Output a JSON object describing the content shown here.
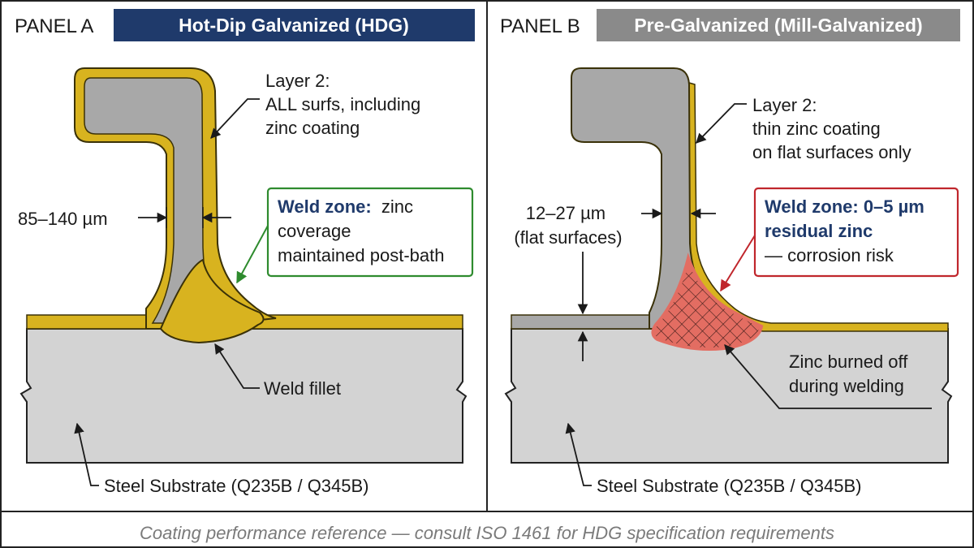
{
  "colors": {
    "zinc": "#d8b31f",
    "zinc_edge": "#3a3108",
    "steel": "#a8a8a8",
    "substrate": "#d3d3d3",
    "hdg_badge": "#1f3a6b",
    "pregalv_badge": "#8a8a8a",
    "good_box": "#2e8b2e",
    "risk_box": "#c0262c",
    "burn_zone": "#e36d62",
    "footer_text": "#7a7a7a"
  },
  "panel_a": {
    "label": "PANEL A",
    "badge": "Hot-Dip Galvanized (HDG)",
    "layer_callout": [
      "Layer 2:",
      "ALL surfs, including",
      "zinc coating"
    ],
    "thickness": "85–140 µm",
    "weld_zone_bold": "Weld zone:",
    "weld_zone_text": [
      "zinc",
      "coverage",
      "maintained post-bath"
    ],
    "fillet": "Weld fillet",
    "substrate": "Steel Substrate (Q235B / Q345B)"
  },
  "panel_b": {
    "label": "PANEL B",
    "badge": "Pre-Galvanized (Mill-Galvanized)",
    "layer_callout": [
      "Layer 2:",
      "thin zinc coating",
      "on flat surfaces only"
    ],
    "thickness": [
      "12–27 µm",
      "(flat surfaces)"
    ],
    "weld_zone_bold": [
      "Weld zone: 0–5 µm",
      "residual zinc"
    ],
    "weld_zone_text": "— corrosion risk",
    "burned": [
      "Zinc burned off",
      "during welding"
    ],
    "substrate": "Steel Substrate (Q235B / Q345B)"
  },
  "footer": "Coating performance reference — consult ISO 1461 for HDG specification requirements",
  "icons": [
    "dimension-arrow-icon",
    "leader-arrow-icon",
    "break-line-icon",
    "crosshatch-pattern-icon"
  ]
}
